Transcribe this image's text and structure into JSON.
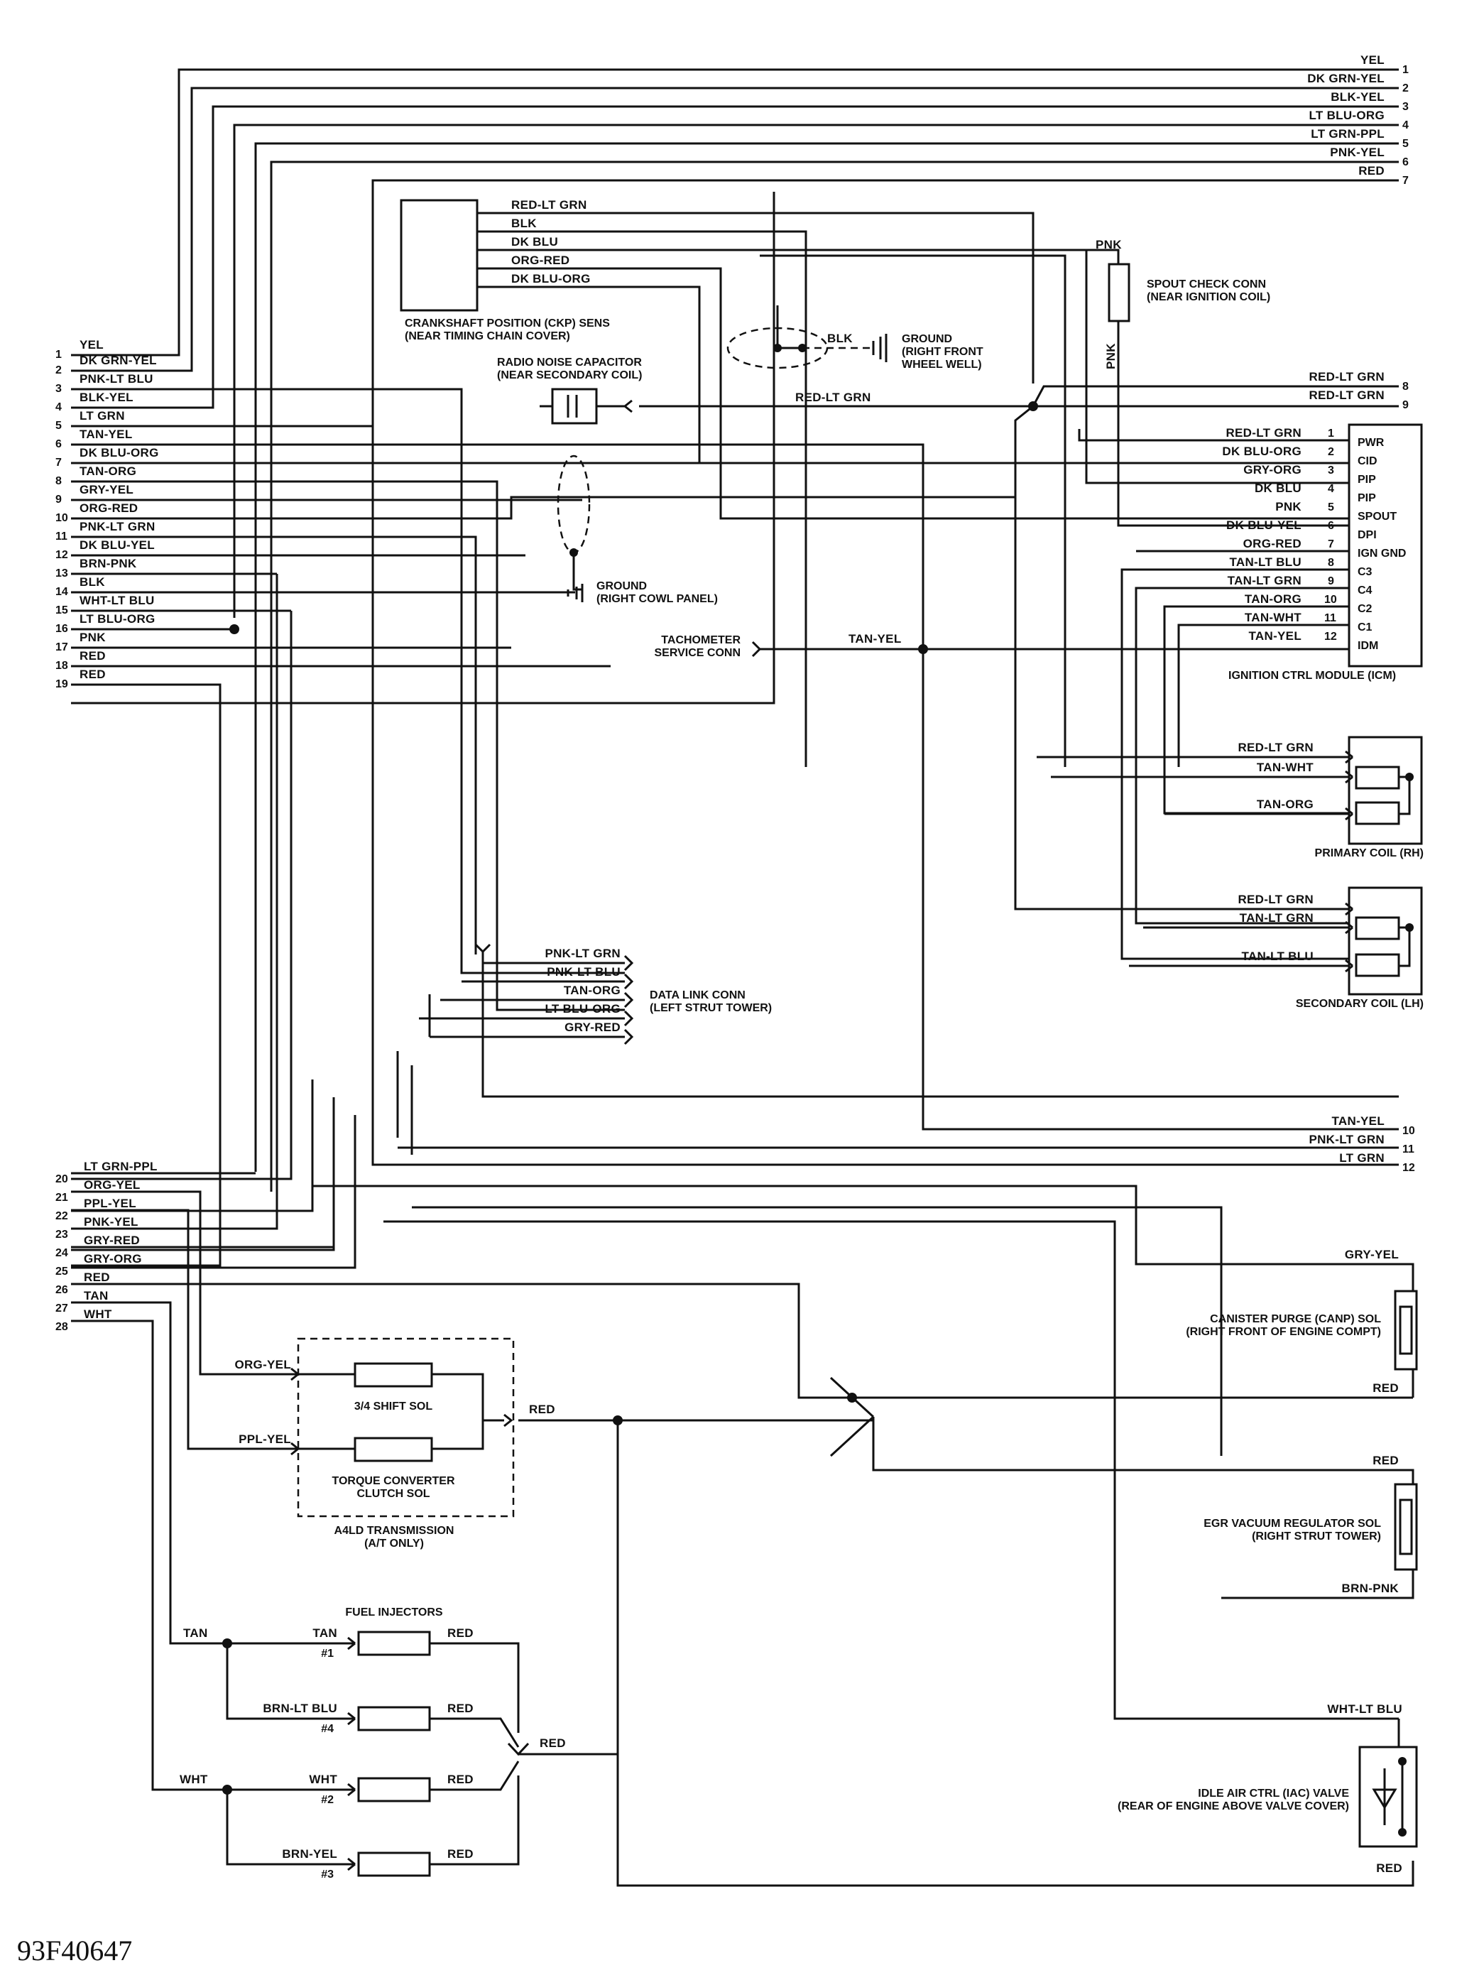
{
  "diagram_code": "93F40647",
  "top_wires": [
    {
      "n": "1",
      "label": "YEL"
    },
    {
      "n": "2",
      "label": "DK GRN-YEL"
    },
    {
      "n": "3",
      "label": "BLK-YEL"
    },
    {
      "n": "4",
      "label": "LT BLU-ORG"
    },
    {
      "n": "5",
      "label": "LT GRN-PPL"
    },
    {
      "n": "6",
      "label": "PNK-YEL"
    },
    {
      "n": "7",
      "label": "RED"
    }
  ],
  "left_wires_a": [
    {
      "n": "1",
      "label": "YEL"
    },
    {
      "n": "2",
      "label": "DK GRN-YEL"
    },
    {
      "n": "3",
      "label": "PNK-LT BLU"
    },
    {
      "n": "4",
      "label": "BLK-YEL"
    },
    {
      "n": "5",
      "label": "LT GRN"
    },
    {
      "n": "6",
      "label": "TAN-YEL"
    },
    {
      "n": "7",
      "label": "DK BLU-ORG"
    },
    {
      "n": "8",
      "label": "TAN-ORG"
    },
    {
      "n": "9",
      "label": "GRY-YEL"
    },
    {
      "n": "10",
      "label": "ORG-RED"
    },
    {
      "n": "11",
      "label": "PNK-LT GRN"
    },
    {
      "n": "12",
      "label": "DK BLU-YEL"
    },
    {
      "n": "13",
      "label": "BRN-PNK"
    },
    {
      "n": "14",
      "label": "BLK"
    },
    {
      "n": "15",
      "label": "WHT-LT BLU"
    },
    {
      "n": "16",
      "label": "LT BLU-ORG"
    },
    {
      "n": "17",
      "label": "PNK"
    },
    {
      "n": "18",
      "label": "RED"
    },
    {
      "n": "19",
      "label": "RED"
    }
  ],
  "left_wires_b": [
    {
      "n": "20",
      "label": "LT GRN-PPL"
    },
    {
      "n": "21",
      "label": "ORG-YEL"
    },
    {
      "n": "22",
      "label": "PPL-YEL"
    },
    {
      "n": "23",
      "label": "PNK-YEL"
    },
    {
      "n": "24",
      "label": "GRY-RED"
    },
    {
      "n": "25",
      "label": "GRY-ORG"
    },
    {
      "n": "26",
      "label": "RED"
    },
    {
      "n": "27",
      "label": "TAN"
    },
    {
      "n": "28",
      "label": "WHT"
    }
  ],
  "ckp": {
    "title": "CRANKSHAFT POSITION (CKP) SENS",
    "location": "(NEAR TIMING CHAIN COVER)",
    "wires": [
      "RED-LT GRN",
      "BLK",
      "DK BLU",
      "ORG-RED",
      "DK BLU-ORG"
    ]
  },
  "spout": {
    "title": "SPOUT CHECK CONN",
    "location": "(NEAR IGNITION COIL)",
    "wire_top": "PNK",
    "wire_side": "PNK"
  },
  "ground_front": {
    "wire": "BLK",
    "title": "GROUND",
    "location1": "(RIGHT FRONT",
    "location2": "WHEEL WELL)"
  },
  "capacitor": {
    "title": "RADIO NOISE CAPACITOR",
    "location": "(NEAR SECONDARY COIL)",
    "wire": "RED-LT GRN"
  },
  "ground_cowl": {
    "title": "GROUND",
    "location": "(RIGHT COWL PANEL)"
  },
  "tach": {
    "title1": "TACHOMETER",
    "title2": "SERVICE CONN",
    "wire": "TAN-YEL"
  },
  "right_wires_mid": [
    {
      "n": "8",
      "label": "RED-LT GRN"
    },
    {
      "n": "9",
      "label": "RED-LT GRN"
    }
  ],
  "icm": {
    "title": "IGNITION CTRL MODULE (ICM)",
    "pins": [
      {
        "n": "1",
        "wire": "RED-LT GRN",
        "name": "PWR"
      },
      {
        "n": "2",
        "wire": "DK BLU-ORG",
        "name": "CID"
      },
      {
        "n": "3",
        "wire": "GRY-ORG",
        "name": "PIP"
      },
      {
        "n": "4",
        "wire": "DK BLU",
        "name": "PIP"
      },
      {
        "n": "5",
        "wire": "PNK",
        "name": "SPOUT"
      },
      {
        "n": "6",
        "wire": "DK BLU-YEL",
        "name": "DPI"
      },
      {
        "n": "7",
        "wire": "ORG-RED",
        "name": "IGN GND"
      },
      {
        "n": "8",
        "wire": "TAN-LT BLU",
        "name": "C3"
      },
      {
        "n": "9",
        "wire": "TAN-LT GRN",
        "name": "C4"
      },
      {
        "n": "10",
        "wire": "TAN-ORG",
        "name": "C2"
      },
      {
        "n": "11",
        "wire": "TAN-WHT",
        "name": "C1"
      },
      {
        "n": "12",
        "wire": "TAN-YEL",
        "name": "IDM"
      }
    ]
  },
  "primary_coil": {
    "title": "PRIMARY COIL (RH)",
    "wires": [
      "RED-LT GRN",
      "TAN-WHT",
      "TAN-ORG"
    ]
  },
  "secondary_coil": {
    "title": "SECONDARY COIL (LH)",
    "wires": [
      "RED-LT GRN",
      "TAN-LT GRN",
      "TAN-LT BLU"
    ]
  },
  "dlc": {
    "title": "DATA LINK CONN",
    "location": "(LEFT STRUT TOWER)",
    "wires": [
      "PNK-LT GRN",
      "PNK-LT BLU",
      "TAN-ORG",
      "LT BLU-ORG",
      "GRY-RED"
    ]
  },
  "right_wires_low": [
    {
      "n": "10",
      "label": "TAN-YEL"
    },
    {
      "n": "11",
      "label": "PNK-LT GRN"
    },
    {
      "n": "12",
      "label": "LT GRN"
    }
  ],
  "canp": {
    "title": "CANISTER PURGE (CANP) SOL",
    "location": "(RIGHT FRONT OF ENGINE COMPT)",
    "wire_top": "GRY-YEL",
    "wire_bottom": "RED"
  },
  "egr": {
    "title": "EGR VACUUM REGULATOR SOL",
    "location": "(RIGHT STRUT TOWER)",
    "wire_top": "RED",
    "wire_bottom": "BRN-PNK"
  },
  "iac": {
    "title": "IDLE AIR CTRL (IAC) VALVE",
    "location": "(REAR OF ENGINE ABOVE VALVE COVER)",
    "wire_top": "WHT-LT BLU",
    "wire_bottom": "RED"
  },
  "trans": {
    "title": "A4LD TRANSMISSION",
    "subtitle": "(A/T ONLY)",
    "sol1": "3/4 SHIFT SOL",
    "sol2a": "TORQUE CONVERTER",
    "sol2b": "CLUTCH SOL",
    "wire1": "ORG-YEL",
    "wire2": "PPL-YEL",
    "wire_out": "RED"
  },
  "injectors": {
    "title": "FUEL INJECTORS",
    "wire_tan": "TAN",
    "wire_wht": "WHT",
    "wire_out": "RED",
    "items": [
      {
        "num": "#1",
        "wire": "TAN",
        "out": "RED"
      },
      {
        "num": "#4",
        "wire": "BRN-LT BLU",
        "out": "RED"
      },
      {
        "num": "#2",
        "wire": "WHT",
        "out": "RED"
      },
      {
        "num": "#3",
        "wire": "BRN-YEL",
        "out": "RED"
      }
    ]
  }
}
